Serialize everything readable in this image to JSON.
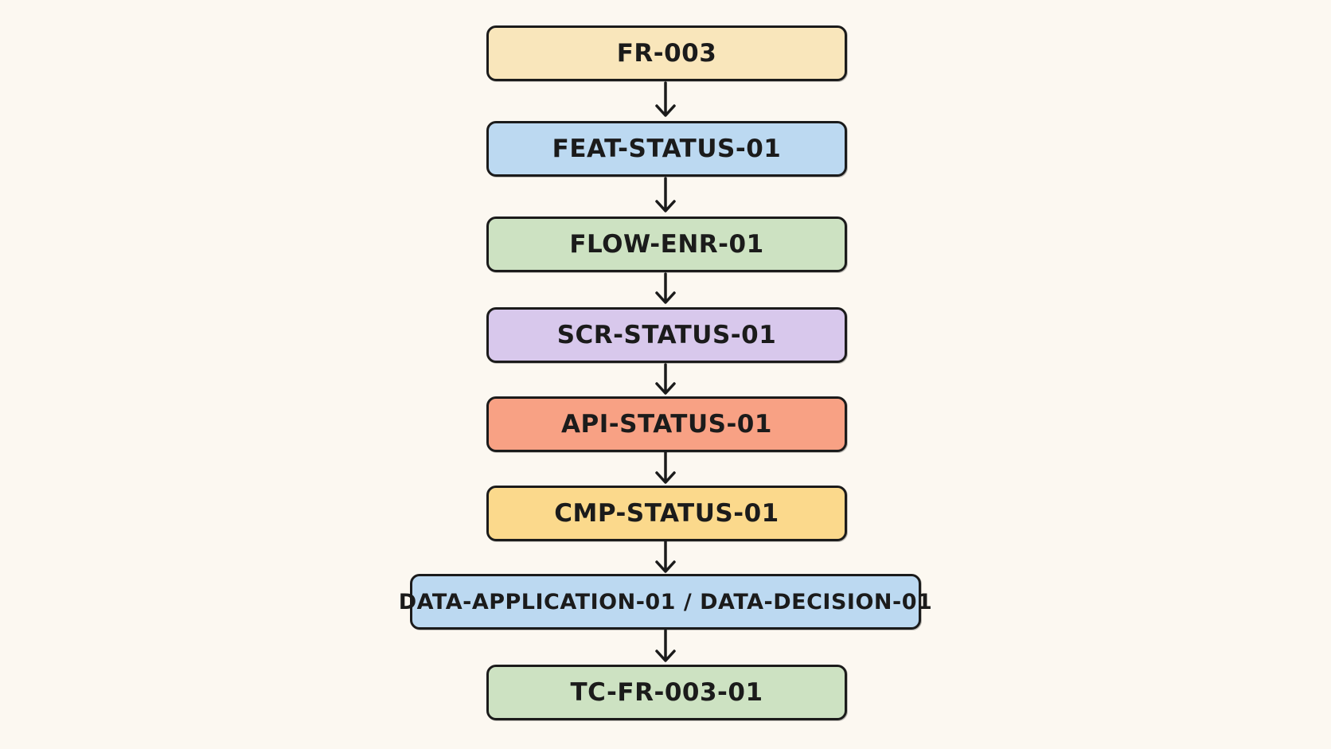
{
  "diagram": {
    "nodes": [
      {
        "label": "FR-003",
        "color": "#f9e6bb"
      },
      {
        "label": "FEAT-STATUS-01",
        "color": "#bcd9f1"
      },
      {
        "label": "FLOW-ENR-01",
        "color": "#cde2c2"
      },
      {
        "label": "SCR-STATUS-01",
        "color": "#d8c8ec"
      },
      {
        "label": "API-STATUS-01",
        "color": "#f8a184"
      },
      {
        "label": "CMP-STATUS-01",
        "color": "#fbd98c"
      },
      {
        "label": "DATA-APPLICATION-01 / DATA-DECISION-01",
        "color": "#bcd9f1"
      },
      {
        "label": "TC-FR-003-01",
        "color": "#cde2c2"
      }
    ]
  }
}
